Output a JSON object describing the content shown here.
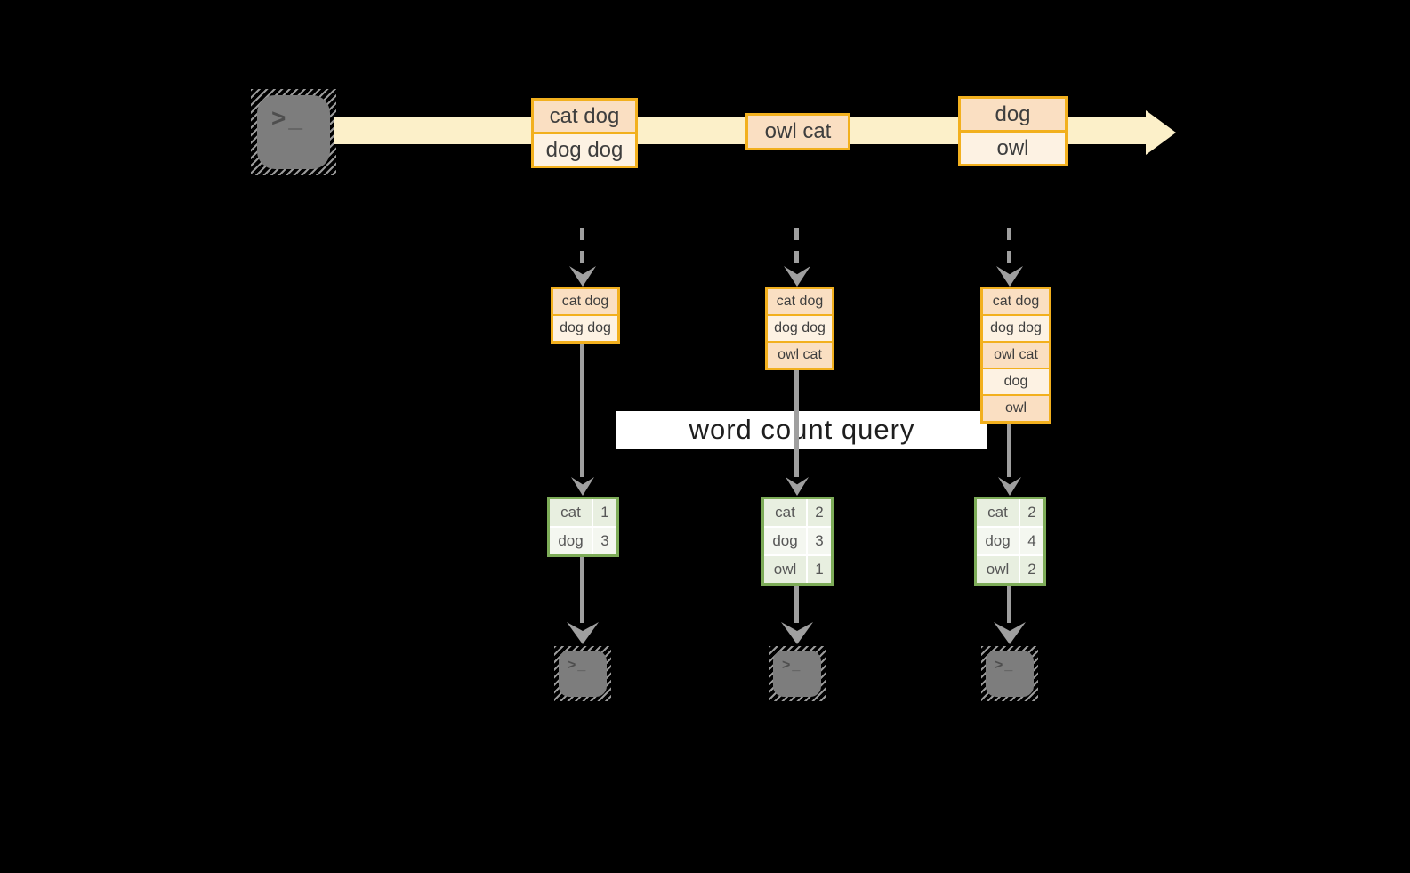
{
  "query_label": "word count query",
  "terminal_prompt": ">_",
  "stream": {
    "batches": [
      {
        "rows": [
          "cat dog",
          "dog dog"
        ]
      },
      {
        "rows": [
          "owl cat"
        ]
      },
      {
        "rows": [
          "dog",
          "owl"
        ]
      }
    ]
  },
  "columns": [
    {
      "state": [
        "cat dog",
        "dog dog"
      ],
      "counts": [
        {
          "word": "cat",
          "count": "1"
        },
        {
          "word": "dog",
          "count": "3"
        }
      ]
    },
    {
      "state": [
        "cat dog",
        "dog dog",
        "owl cat"
      ],
      "counts": [
        {
          "word": "cat",
          "count": "2"
        },
        {
          "word": "dog",
          "count": "3"
        },
        {
          "word": "owl",
          "count": "1"
        }
      ]
    },
    {
      "state": [
        "cat dog",
        "dog dog",
        "owl cat",
        "dog",
        "owl"
      ],
      "counts": [
        {
          "word": "cat",
          "count": "2"
        },
        {
          "word": "dog",
          "count": "4"
        },
        {
          "word": "owl",
          "count": "2"
        }
      ]
    }
  ],
  "colors": {
    "accent_orange": "#f2b01e",
    "peach_fill": "#fadfc2",
    "cream_fill": "#fdf2e3",
    "stream_yellow": "#fcf0c9",
    "green_border": "#7dac58",
    "green_cell": "#e8efe0",
    "green_cell_light": "#f4f7f0",
    "arrow_gray": "#9f9f9f",
    "terminal_gray": "#7d7d7d"
  }
}
